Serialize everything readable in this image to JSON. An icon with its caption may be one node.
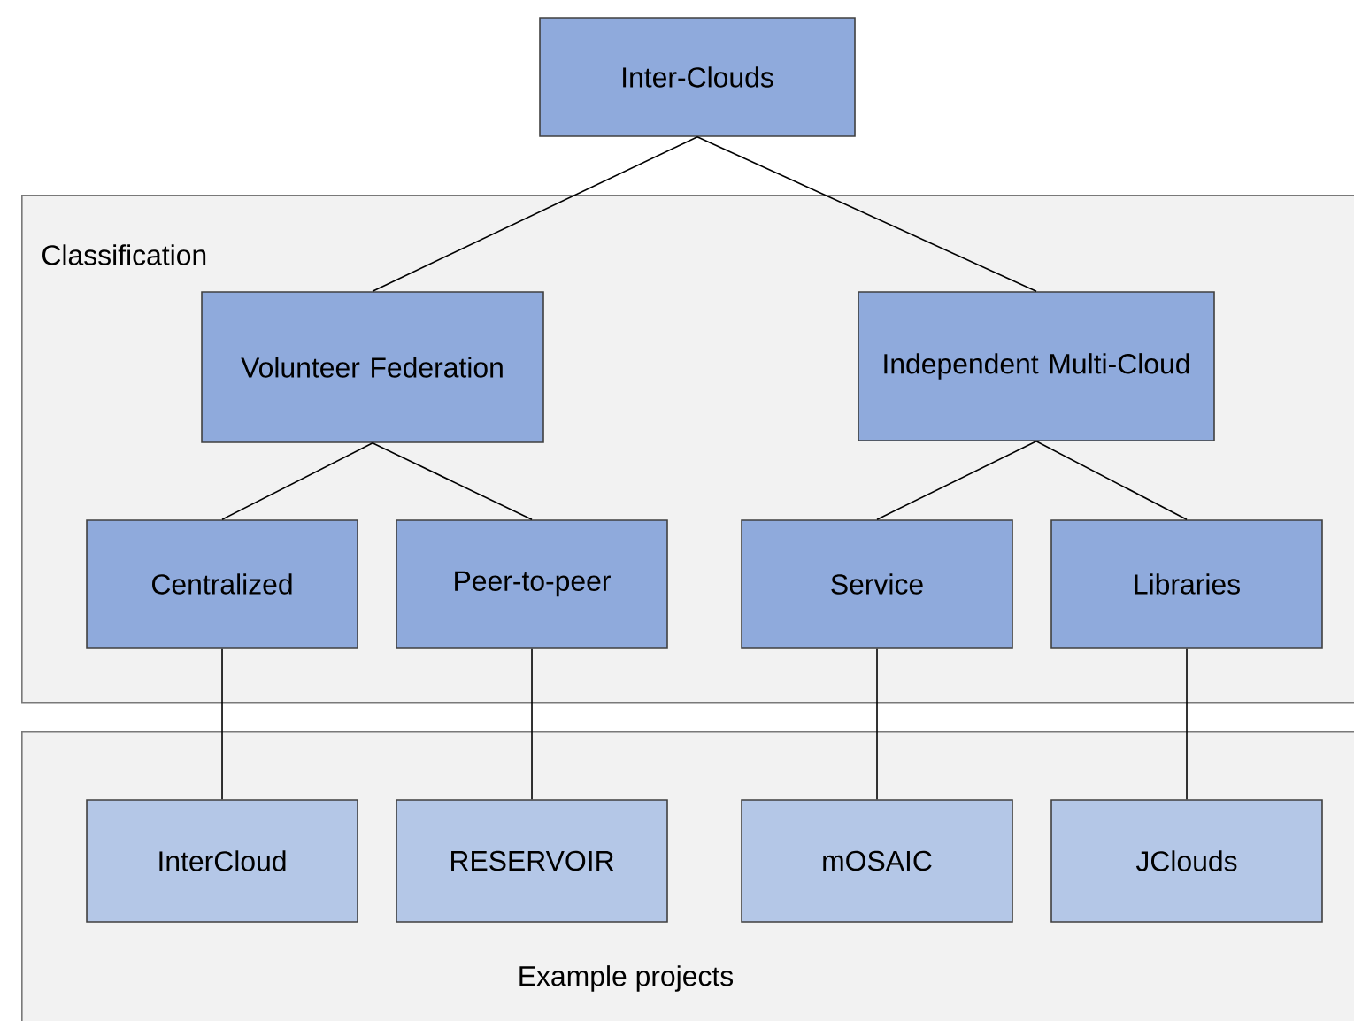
{
  "diagram": {
    "nodes": [
      {
        "text": [
          "Inter-Clouds"
        ]
      },
      {
        "text": [
          "Classification"
        ]
      },
      {
        "text": [
          "Volunteer Federation"
        ],
        "in": 1
      },
      {
        "text": [
          "Independent Multi-Cloud"
        ],
        "in": 1
      },
      {
        "text": [
          "Centralized"
        ],
        "in": 1
      },
      {
        "text": [
          "Peer-to-peer"
        ],
        "in": 1
      },
      {
        "text": [
          "Service"
        ],
        "in": 1
      },
      {
        "text": [
          "Libraries"
        ],
        "in": 1
      },
      {
        "text": [
          "Example projects"
        ]
      },
      {
        "text": [
          "InterCloud"
        ],
        "in": 8
      },
      {
        "text": [
          "RESERVOIR"
        ],
        "in": 8
      },
      {
        "text": [
          "mOSAIC"
        ],
        "in": 8
      },
      {
        "text": [
          "JClouds"
        ],
        "in": 8
      }
    ],
    "edges": [
      {
        "from": 0,
        "to": 2,
        "arrow": "none"
      },
      {
        "from": 0,
        "to": 3,
        "arrow": "none"
      },
      {
        "from": 2,
        "to": 4,
        "arrow": "none"
      },
      {
        "from": 2,
        "to": 5,
        "arrow": "none"
      },
      {
        "from": 3,
        "to": 6,
        "arrow": "none"
      },
      {
        "from": 3,
        "to": 7,
        "arrow": "none"
      },
      {
        "from": 4,
        "to": 9,
        "arrow": "none"
      },
      {
        "from": 5,
        "to": 10,
        "arrow": "none"
      },
      {
        "from": 6,
        "to": 11,
        "arrow": "none"
      },
      {
        "from": 7,
        "to": 12,
        "arrow": "none"
      }
    ]
  }
}
